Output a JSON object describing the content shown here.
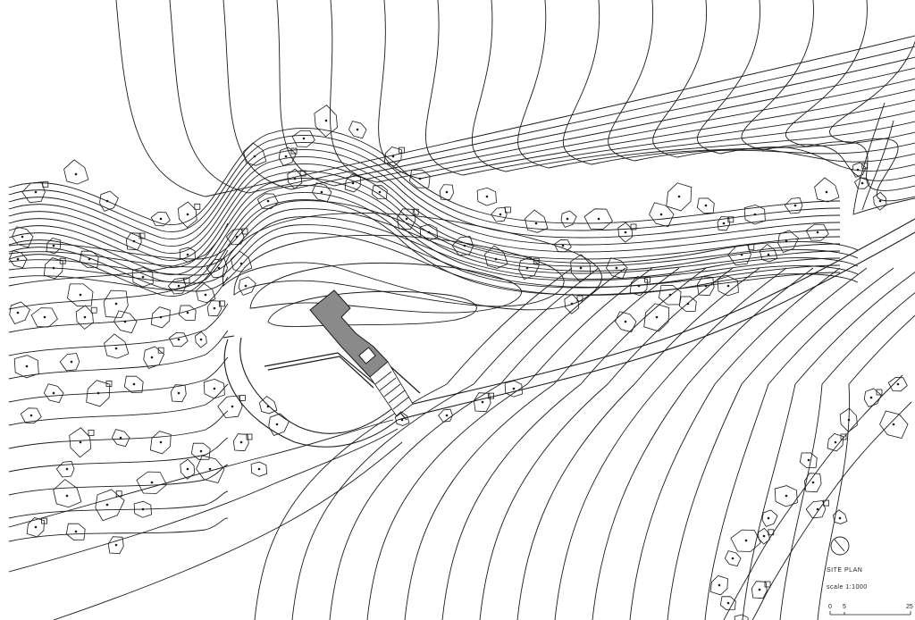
{
  "legend": {
    "title": "SITE  PLAN",
    "scale": "scale  1:1000",
    "bar_ticks": [
      "0",
      "5",
      "25"
    ]
  },
  "colors": {
    "line": "#1a1a1a",
    "building_fill": "#8a8a8a"
  },
  "icons": [
    "north-arrow-icon"
  ]
}
